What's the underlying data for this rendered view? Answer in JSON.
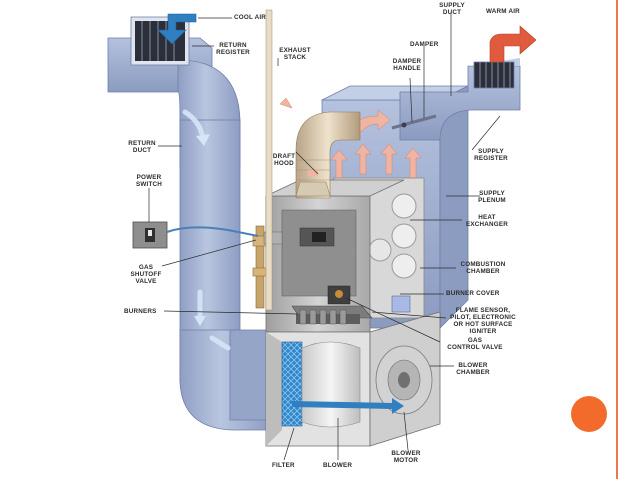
{
  "labels": {
    "cool_air": "COOL AIR",
    "supply_duct": "SUPPLY\nDUCT",
    "warm_air": "WARM AIR",
    "return_register": "RETURN\nREGISTER",
    "exhaust_stack": "EXHAUST\nSTACK",
    "damper": "DAMPER",
    "damper_handle": "DAMPER\nHANDLE",
    "return_duct": "RETURN\nDUCT",
    "supply_register": "SUPPLY\nREGISTER",
    "draft_hood": "DRAFT\nHOOD",
    "power_switch": "POWER\nSWITCH",
    "supply_plenum": "SUPPLY\nPLENUM",
    "heat_exchanger": "HEAT\nEXCHANGER",
    "gas_shutoff_valve": "GAS\nSHUTOFF\nVALVE",
    "combustion_chamber": "COMBUSTION\nCHAMBER",
    "burner_cover": "BURNER COVER",
    "burners": "BURNERS",
    "flame_sensor": "FLAME SENSOR,\nPILOT, ELECTRONIC\nOR HOT SURFACE\nIGNITER",
    "gas_control_valve": "GAS\nCONTROL VALVE",
    "blower_chamber": "BLOWER\nCHAMBER",
    "filter": "FILTER",
    "blower": "BLOWER",
    "blower_motor": "BLOWER\nMOTOR"
  },
  "colors": {
    "duct": "#a9b9d6",
    "duct_dark": "#8b9cbf",
    "furnace": "#bcbcbc",
    "cool_arrow": "#2f7fc1",
    "warm_arrow": "#e05a3e",
    "accent": "#f26b2b"
  }
}
